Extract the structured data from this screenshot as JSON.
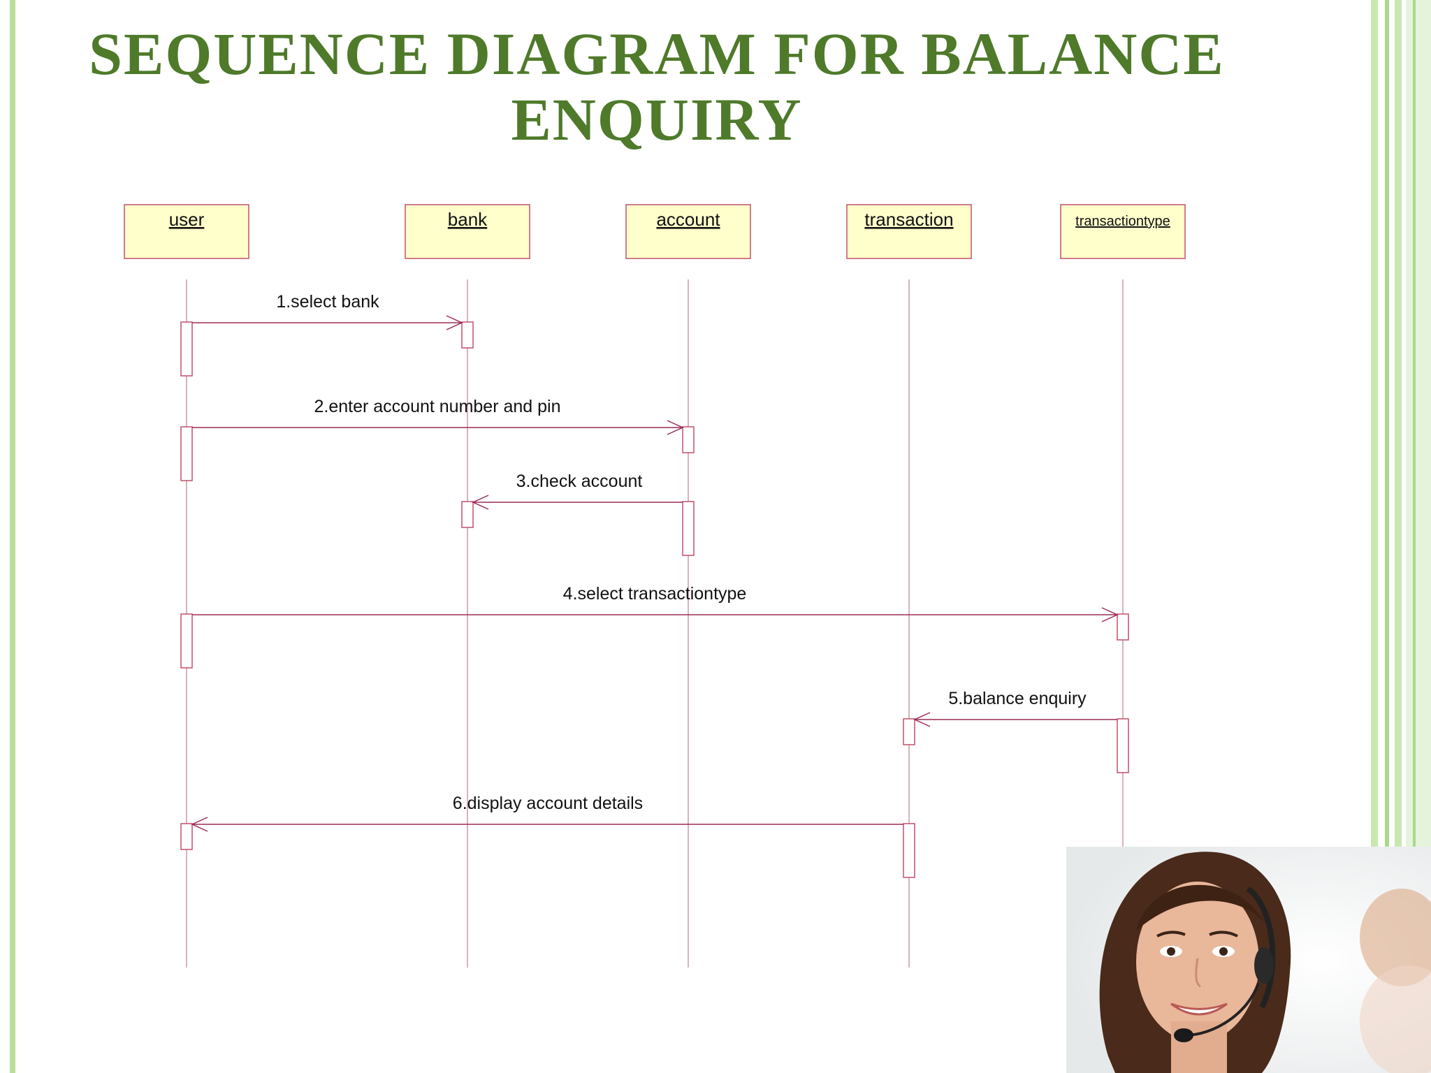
{
  "title": {
    "line1": "SEQUENCE DIAGRAM FOR BALANCE",
    "line2": "ENQUIRY"
  },
  "lifelines": [
    {
      "name": "user"
    },
    {
      "name": "bank"
    },
    {
      "name": "account"
    },
    {
      "name": "transaction"
    },
    {
      "name": "transactiontype"
    }
  ],
  "messages": [
    {
      "label": "1.select bank",
      "from": 0,
      "to": 1
    },
    {
      "label": "2.enter account number and pin",
      "from": 0,
      "to": 2
    },
    {
      "label": "3.check account",
      "from": 2,
      "to": 1
    },
    {
      "label": "4.select transactiontype",
      "from": 0,
      "to": 4
    },
    {
      "label": "5.balance enquiry",
      "from": 4,
      "to": 3
    },
    {
      "label": "6.display account details",
      "from": 3,
      "to": 0
    }
  ],
  "colors": {
    "title": "#4e7a2a",
    "stripe_light": "#c9e8b0",
    "stripe_mid": "#a9d98a",
    "lifeline_box_fill": "#ffffcc",
    "lifeline_box_border": "#c0506a",
    "line": "#9b2b55",
    "lifeline_dash": "#c08090"
  },
  "photo": {
    "icon": "customer-service-agent-photo"
  }
}
